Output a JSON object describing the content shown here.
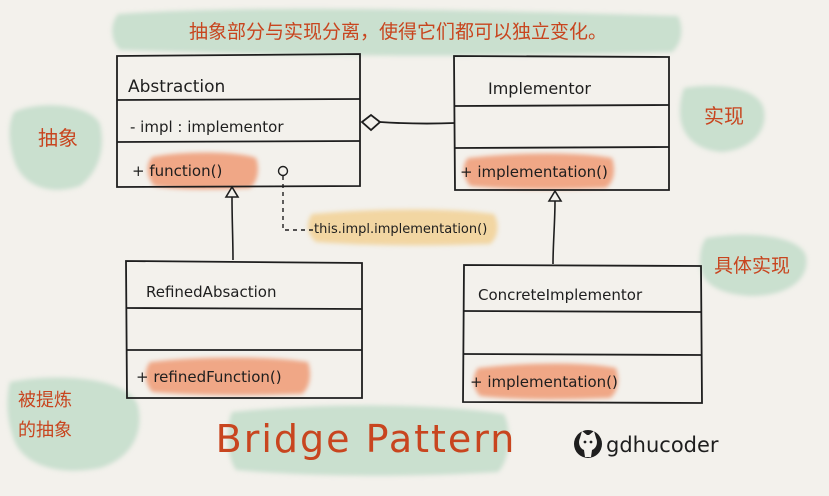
{
  "banner": {
    "text": "抽象部分与实现分离，使得它们都可以独立变化。"
  },
  "side_labels": {
    "abstraction": "抽象",
    "implementation": "实现",
    "concrete_implementation": "具体实现",
    "refined_abstraction": "被提炼的抽象"
  },
  "classes": {
    "abstraction": {
      "name": "Abstraction",
      "field": "- impl : implementor",
      "method": "+ function()"
    },
    "implementor": {
      "name": "Implementor",
      "field": "",
      "method": "+ implementation()"
    },
    "refined_abstraction": {
      "name": "RefinedAbsaction",
      "field": "",
      "method": "+ refinedFunction()"
    },
    "concrete_implementor": {
      "name": "ConcreteImplementor",
      "field": "",
      "method": "+ implementation()"
    }
  },
  "note": {
    "text": "this.impl.implementation()"
  },
  "title": "Bridge Pattern",
  "author": {
    "handle": "gdhucoder",
    "icon": "github-octocat-icon"
  },
  "colors": {
    "highlight_orange": "#ef9a74",
    "highlight_yellow": "#f2d39a",
    "highlight_green": "#bcd9c6",
    "ink": "#1e1e1e",
    "red_ink": "#c8451f"
  }
}
